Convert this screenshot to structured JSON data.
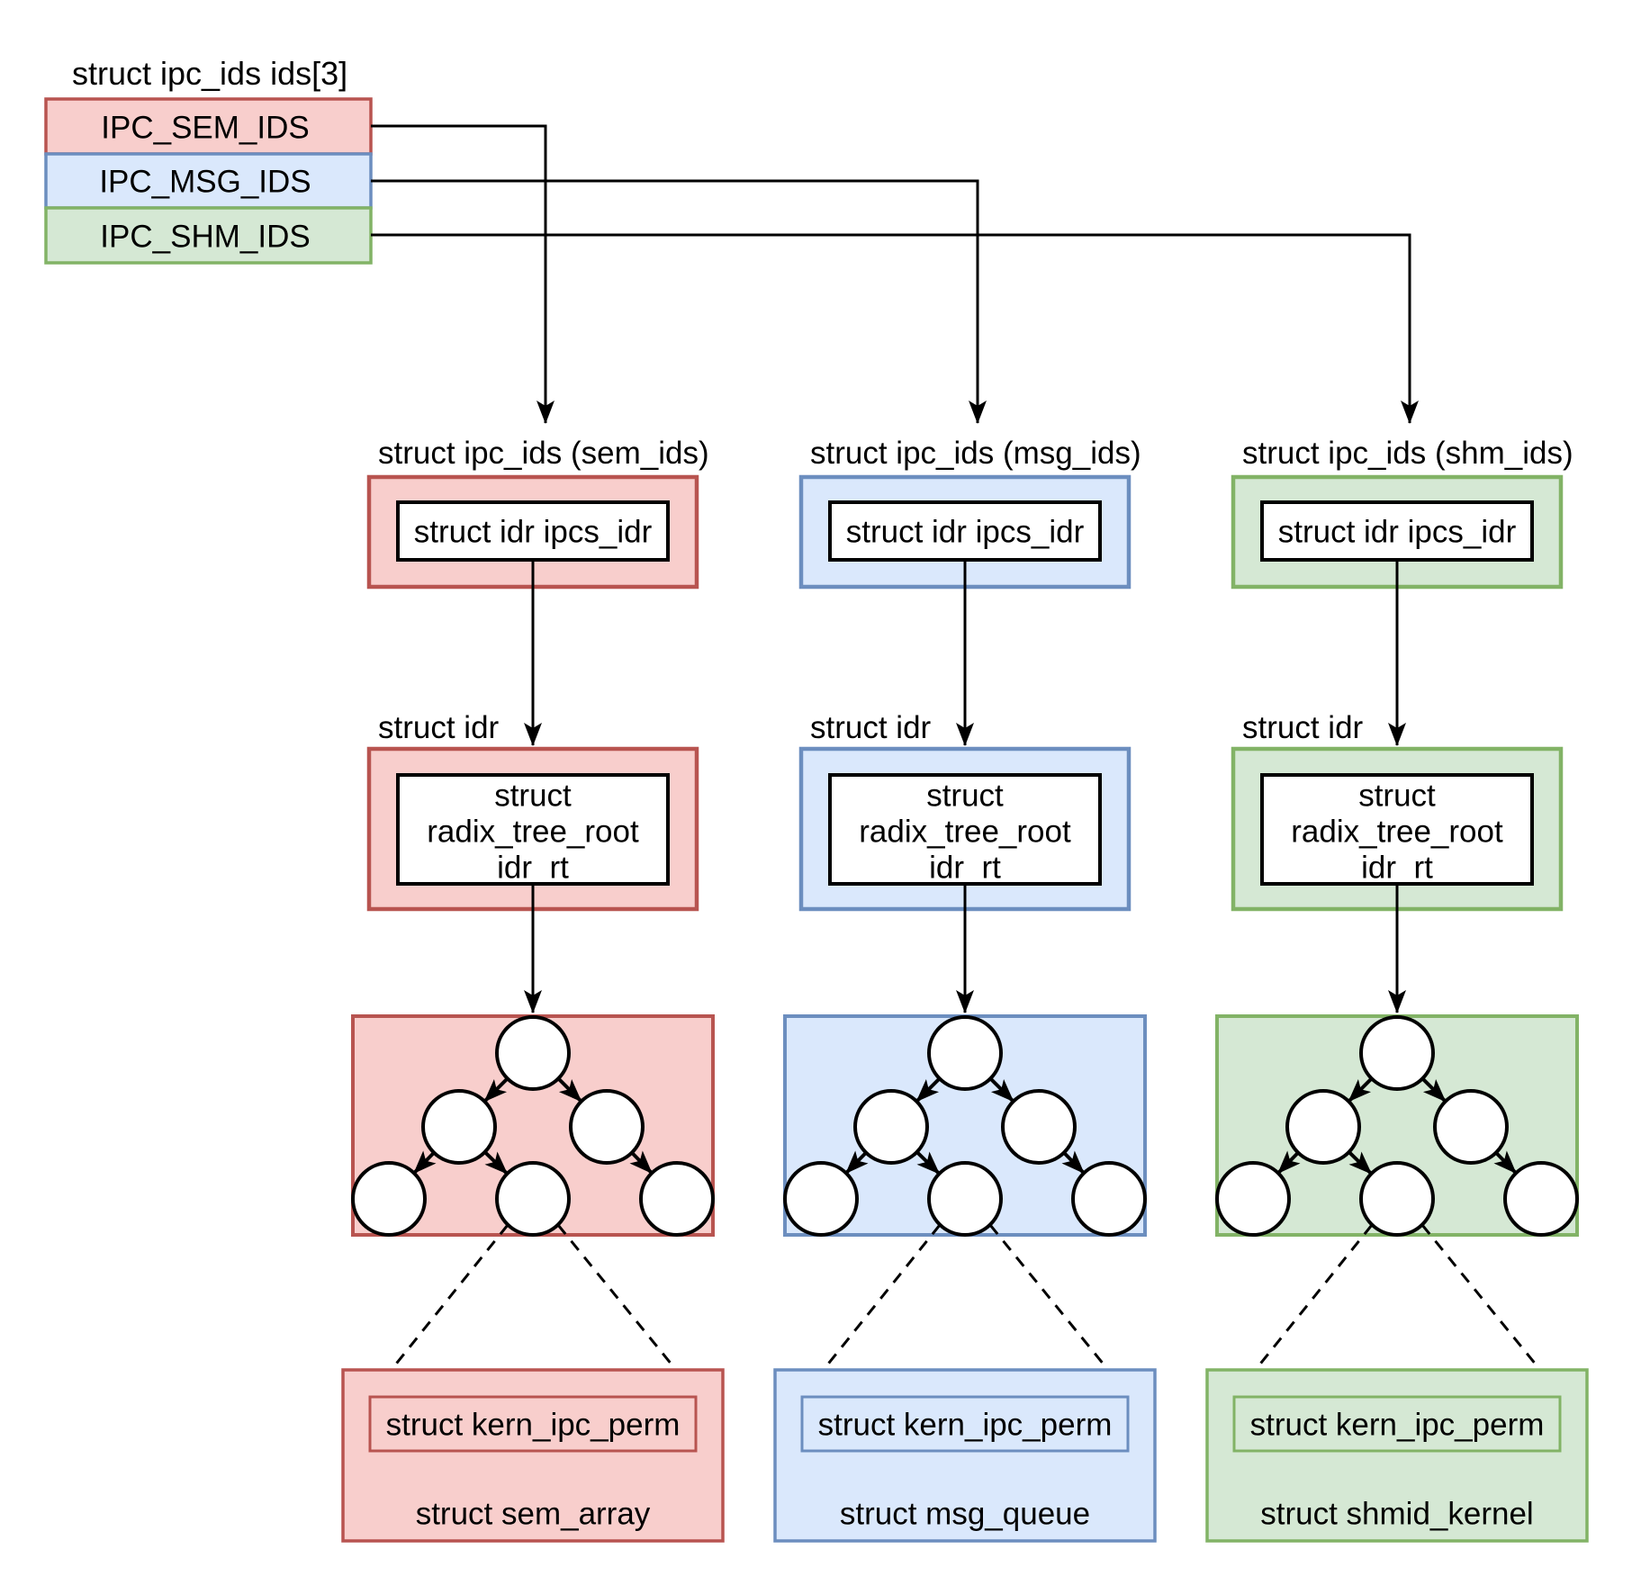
{
  "canvas": {
    "background": "#ffffff"
  },
  "palette": {
    "sem": {
      "fill": "#f8cecc",
      "stroke": "#b85450"
    },
    "msg": {
      "fill": "#dae8fc",
      "stroke": "#6c8ebf"
    },
    "shm": {
      "fill": "#d5e8d4",
      "stroke": "#82b366"
    },
    "line": "#000000",
    "text": "#000000",
    "node_fill": "#ffffff"
  },
  "ids_array": {
    "title": "struct ipc_ids ids[3]",
    "entries": [
      {
        "label": "IPC_SEM_IDS"
      },
      {
        "label": "IPC_MSG_IDS"
      },
      {
        "label": "IPC_SHM_IDS"
      }
    ]
  },
  "columns": [
    {
      "ipc_ids_label": "struct ipc_ids (sem_ids)",
      "ipcs_idr_label": "struct idr ipcs_idr",
      "idr_label": "struct idr",
      "radix_tree_root_lines": [
        "struct",
        "radix_tree_root",
        "idr_rt"
      ],
      "kern_ipc_perm_label": "struct kern_ipc_perm",
      "payload_label": "struct sem_array"
    },
    {
      "ipc_ids_label": "struct ipc_ids (msg_ids)",
      "ipcs_idr_label": "struct idr ipcs_idr",
      "idr_label": "struct idr",
      "radix_tree_root_lines": [
        "struct",
        "radix_tree_root",
        "idr_rt"
      ],
      "kern_ipc_perm_label": "struct kern_ipc_perm",
      "payload_label": "struct msg_queue"
    },
    {
      "ipc_ids_label": "struct ipc_ids (shm_ids)",
      "ipcs_idr_label": "struct idr ipcs_idr",
      "idr_label": "struct idr",
      "radix_tree_root_lines": [
        "struct",
        "radix_tree_root",
        "idr_rt"
      ],
      "kern_ipc_perm_label": "struct kern_ipc_perm",
      "payload_label": "struct shmid_kernel"
    }
  ]
}
